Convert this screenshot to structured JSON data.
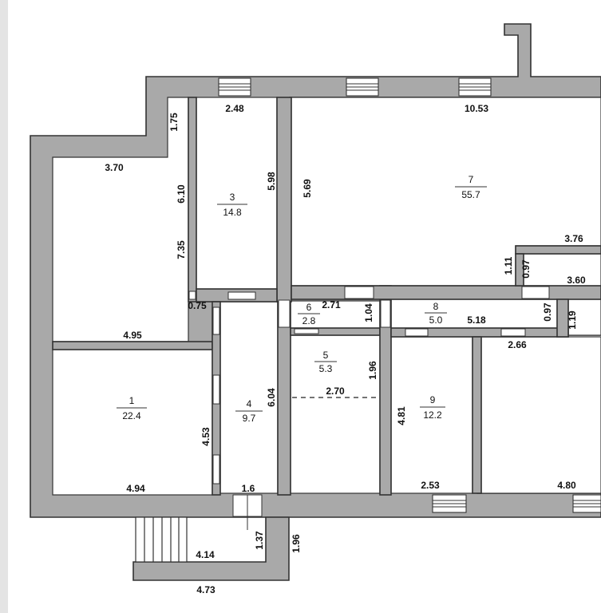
{
  "rooms": [
    {
      "id": "1",
      "number": "1",
      "area": "22.4"
    },
    {
      "id": "3",
      "number": "3",
      "area": "14.8"
    },
    {
      "id": "4",
      "number": "4",
      "area": "9.7"
    },
    {
      "id": "5",
      "number": "5",
      "area": "5.3"
    },
    {
      "id": "6",
      "number": "6",
      "area": "2.8"
    },
    {
      "id": "7",
      "number": "7",
      "area": "55.7"
    },
    {
      "id": "8",
      "number": "8",
      "area": "5.0"
    },
    {
      "id": "9",
      "number": "9",
      "area": "12.2"
    }
  ],
  "dimensions": {
    "d_2_48": "2.48",
    "d_10_53": "10.53",
    "d_1_75": "1.75",
    "d_3_70": "3.70",
    "d_6_10": "6.10",
    "d_5_98": "5.98",
    "d_5_69": "5.69",
    "d_7_35": "7.35",
    "d_0_75": "0.75",
    "d_4_95": "4.95",
    "d_3_76": "3.76",
    "d_1_11": "1.11",
    "d_0_97a": "0.97",
    "d_3_60": "3.60",
    "d_2_71": "2.71",
    "d_1_04": "1.04",
    "d_5_18": "5.18",
    "d_0_97b": "0.97",
    "d_1_19": "1.19",
    "d_2_66": "2.66",
    "d_1_96a": "1.96",
    "d_2_70": "2.70",
    "d_6_04": "6.04",
    "d_4_53": "4.53",
    "d_4_81": "4.81",
    "d_4_94": "4.94",
    "d_1_6": "1.6",
    "d_2_53": "2.53",
    "d_4_80": "4.80",
    "d_1_37": "1.37",
    "d_1_96b": "1.96",
    "d_4_14": "4.14",
    "d_4_73": "4.73"
  }
}
